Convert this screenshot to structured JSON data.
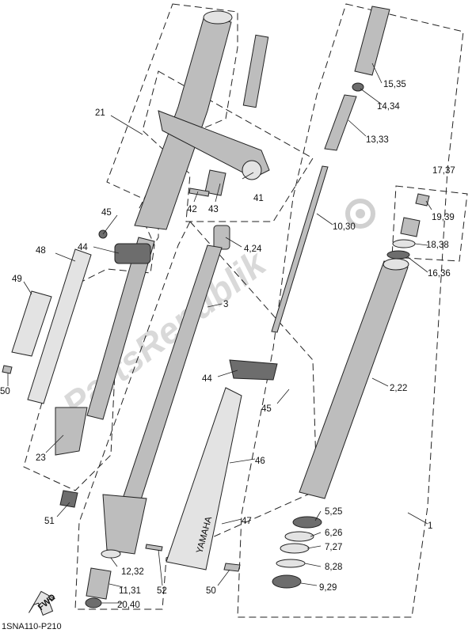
{
  "watermark": "PartsRepublik",
  "diagram_code": "1SNA110-P210",
  "fwd_label": "FWD",
  "brand_text": "YAMAHA",
  "callouts": {
    "c1": "1",
    "c2_22": "2,22",
    "c3": "3",
    "c4_24": "4,24",
    "c5_25": "5,25",
    "c6_26": "6,26",
    "c7_27": "7,27",
    "c8_28": "8,28",
    "c9_29": "9,29",
    "c10_30": "10,30",
    "c11_31": "11,31",
    "c12_32": "12,32",
    "c13_33": "13,33",
    "c14_34": "14,34",
    "c15_35": "15,35",
    "c16_36": "16,36",
    "c17_37": "17,37",
    "c18_38": "18,38",
    "c19_39": "19,39",
    "c20_40": "20,40",
    "c21": "21",
    "c23": "23",
    "c41": "41",
    "c42": "42",
    "c43": "43",
    "c44a": "44",
    "c44b": "44",
    "c45a": "45",
    "c45b": "45",
    "c46": "46",
    "c47": "47",
    "c48": "48",
    "c49": "49",
    "c50a": "50",
    "c50b": "50",
    "c51": "51",
    "c52": "52"
  }
}
